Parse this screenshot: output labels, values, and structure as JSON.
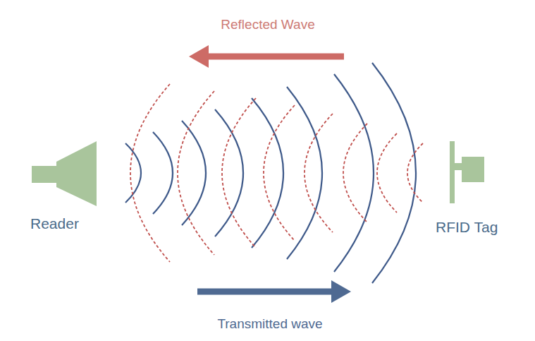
{
  "diagram": {
    "nodes": [
      {
        "text": [
          "Reader"
        ]
      },
      {
        "text": [
          "RFID Tag"
        ]
      }
    ],
    "labels": [
      "Reflected Wave",
      "Transmitted wave"
    ]
  }
}
